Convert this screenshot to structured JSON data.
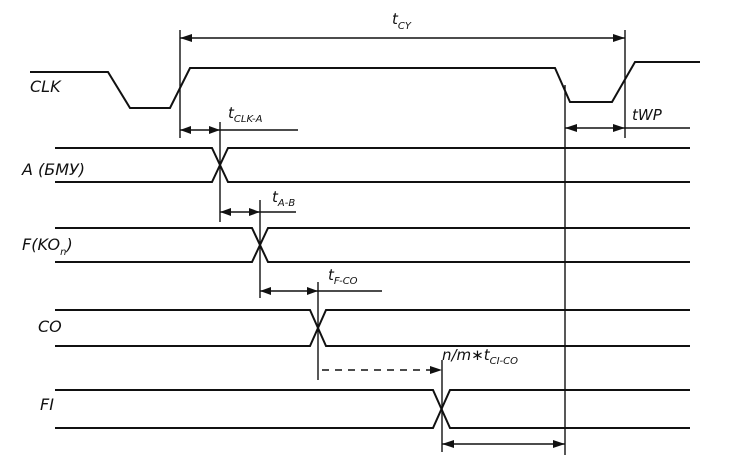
{
  "signals": {
    "clk": "CLK",
    "a": "A (БМУ)",
    "f_main": "F(KO",
    "f_sub": "n",
    "f_close": ")",
    "co": "CO",
    "fi": "FI"
  },
  "timing": {
    "tcy_main": "t",
    "tcy_sub": "CY",
    "twp": "tWP",
    "tclka_main": "t",
    "tclka_sub": "CLK-A",
    "tab_main": "t",
    "tab_sub": "A-B",
    "tfco_main": "t",
    "tfco_sub": "F-CO",
    "tci_main": "n/m∗t",
    "tci_sub": "CI-CO"
  }
}
